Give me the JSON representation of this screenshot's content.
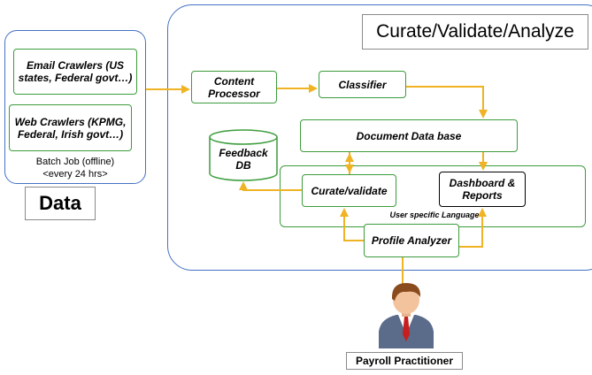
{
  "data_lane": {
    "email_crawlers": "Email Crawlers (US states, Federal govt…)",
    "web_crawlers": "Web Crawlers (KPMG, Federal, Irish govt…)",
    "batch_job_line1": "Batch Job (offline)",
    "batch_job_line2": "<every 24 hrs>",
    "title": "Data"
  },
  "analyze_lane": {
    "title": "Curate/Validate/Analyze",
    "content_processor": "Content Processor",
    "classifier": "Classifier",
    "document_db": "Document Data base",
    "feedback_db": "Feedback DB",
    "curate_validate": "Curate/validate",
    "dashboard_reports": "Dashboard & Reports",
    "user_language": "User specific Language",
    "profile_analyzer": "Profile Analyzer"
  },
  "actor": {
    "label": "Payroll Practitioner"
  },
  "colors": {
    "lane_border": "#4472c4",
    "box_border": "#3c9c3c",
    "connector": "#f0b323"
  }
}
